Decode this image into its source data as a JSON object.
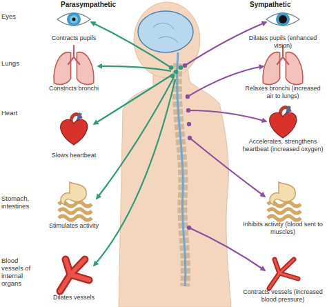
{
  "diagram": {
    "nodes": [
      {
        "text": [
          "Contracts pupils"
        ]
      },
      {
        "text": [
          "Dilates pupils (enhanced vision)"
        ]
      },
      {
        "text": [
          "Constricts bronchi"
        ]
      },
      {
        "text": [
          "Relaxes bronchi (increased air to lungs)"
        ]
      },
      {
        "text": [
          "Slows heartbeat"
        ]
      },
      {
        "text": [
          "Accelerates, strengthens heartbeat (increased oxygen)"
        ]
      },
      {
        "text": [
          "Stimulates activity"
        ]
      },
      {
        "text": [
          "Inhibits activity (blood sent to muscles)"
        ]
      },
      {
        "text": [
          "Dilates vessels"
        ]
      },
      {
        "text": [
          "Contracts vessels (increased blood pressure)"
        ]
      }
    ],
    "labels": [
      "Parasympathetic",
      "Sympathetic",
      "Eyes",
      "Lungs",
      "Heart",
      "Stomach, intestines",
      "Blood vessels of internal organs"
    ]
  }
}
